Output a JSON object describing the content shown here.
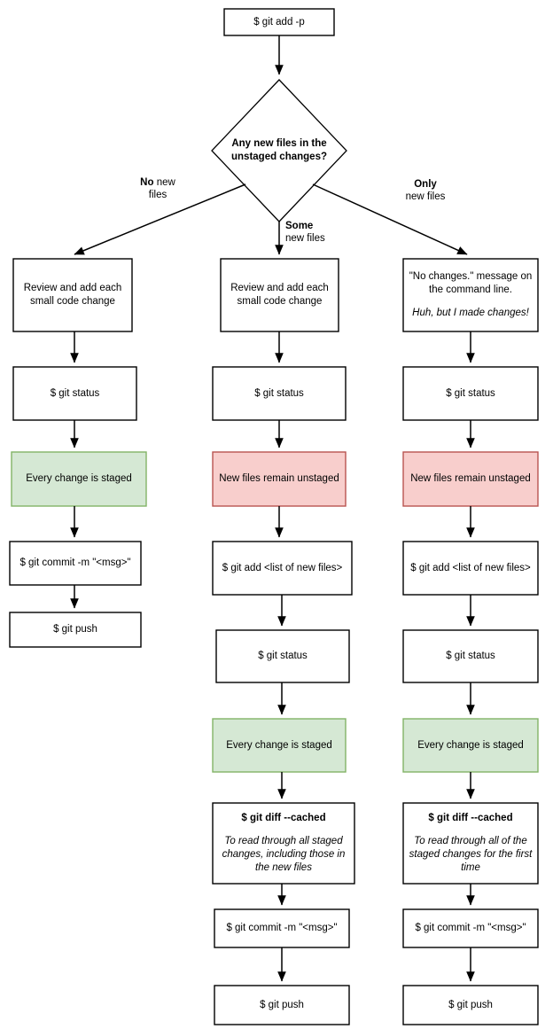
{
  "diagram": {
    "title": "git add -p workflow flowchart",
    "type": "flowchart",
    "colors": {
      "green_fill": "#d5e8d4",
      "green_stroke": "#82b366",
      "red_fill": "#f8cecc",
      "red_stroke": "#b85450",
      "default_fill": "#ffffff",
      "default_stroke": "#000000",
      "background": "#ffffff"
    }
  },
  "nodes": {
    "start": {
      "text": "$ git add -p"
    },
    "decision": {
      "line1": "Any new files in the",
      "line2": "unstaged changes?"
    },
    "col1": {
      "review": {
        "line1": "Review and add each",
        "line2": "small code change"
      },
      "status1": {
        "text": "$ git status"
      },
      "staged": {
        "text": "Every change is staged"
      },
      "commit": {
        "text": "$ git commit -m \"<msg>\""
      },
      "push": {
        "text": "$ git push"
      }
    },
    "col2": {
      "review": {
        "line1": "Review and add each",
        "line2": "small code change"
      },
      "status1": {
        "text": "$ git status"
      },
      "unstaged": {
        "text": "New files remain unstaged"
      },
      "add": {
        "text": "$ git add <list of new files>"
      },
      "status2": {
        "text": "$ git status"
      },
      "staged": {
        "text": "Every change is staged"
      },
      "diff": {
        "command": "$ git diff --cached",
        "note_line1": "To read through all staged",
        "note_line2": "changes, including those in",
        "note_line3": "the new files"
      },
      "commit": {
        "text": "$ git commit -m \"<msg>\""
      },
      "push": {
        "text": "$ git push"
      }
    },
    "col3": {
      "nochanges": {
        "line1": "\"No changes.\" message on",
        "line2": "the command line.",
        "note": "Huh, but I made changes!"
      },
      "status1": {
        "text": "$ git status"
      },
      "unstaged": {
        "text": "New files remain unstaged"
      },
      "add": {
        "text": "$ git add <list of new files>"
      },
      "status2": {
        "text": "$ git status"
      },
      "staged": {
        "text": "Every change is staged"
      },
      "diff": {
        "command": "$ git diff --cached",
        "note_line1": "To read through all of the",
        "note_line2": "staged changes for the first",
        "note_line3": "time"
      },
      "commit": {
        "text": "$ git commit -m \"<msg>\""
      },
      "push": {
        "text": "$ git push"
      }
    }
  },
  "edge_labels": {
    "no_new_files": {
      "strong": "No",
      "rest": " new",
      "second": "files"
    },
    "some_new_files": {
      "strong": "Some",
      "second": "new files"
    },
    "only_new_files": {
      "strong": "Only",
      "second": "new files"
    }
  }
}
